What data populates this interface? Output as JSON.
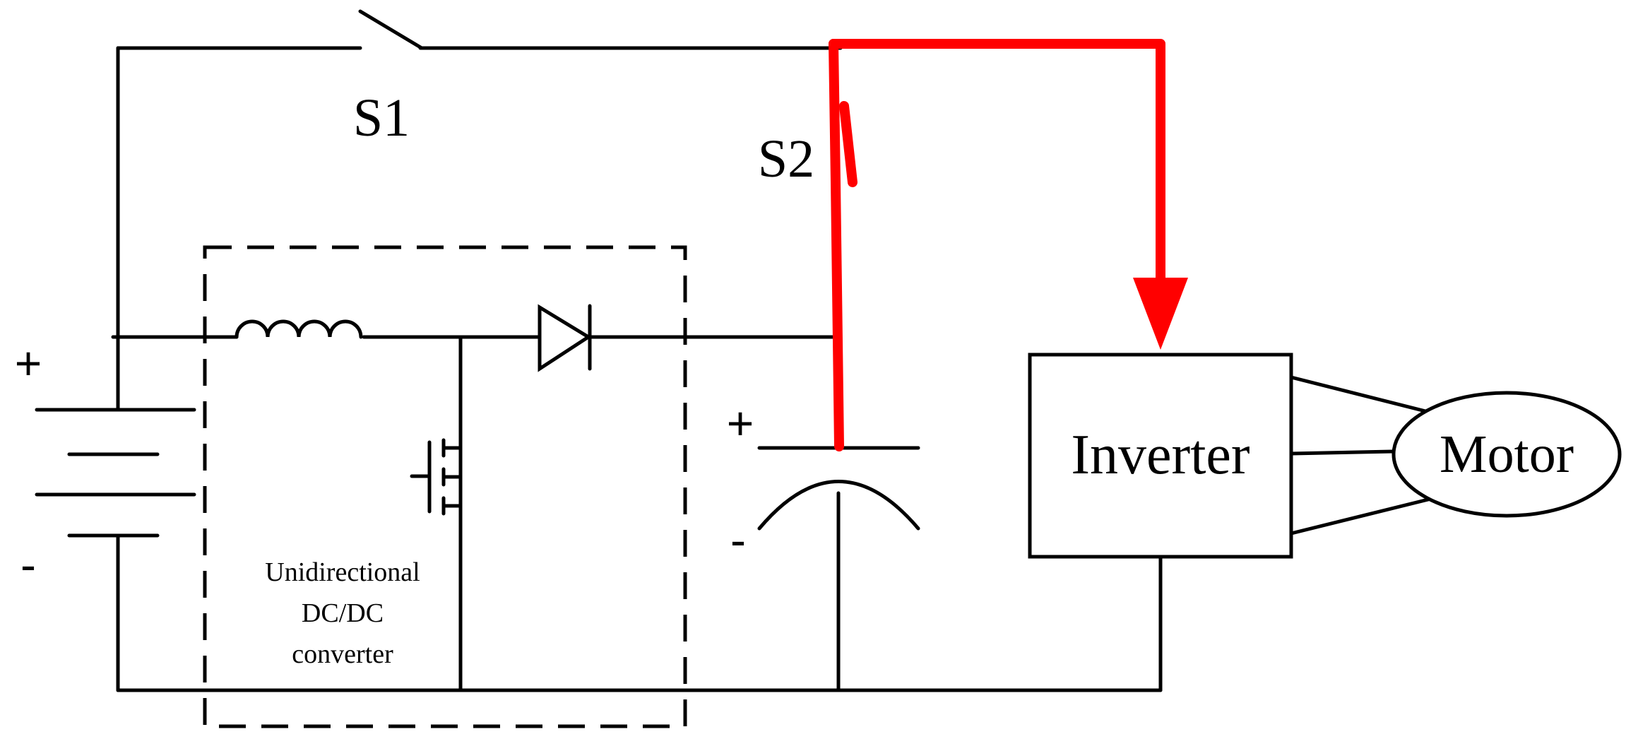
{
  "labels": {
    "switch1": "S1",
    "switch2": "S2",
    "battery_plus": "+",
    "battery_minus": "-",
    "capacitor_plus": "+",
    "capacitor_minus": "-",
    "converter_line1": "Unidirectional",
    "converter_line2": "DC/DC",
    "converter_line3": "converter",
    "inverter": "Inverter",
    "motor": "Motor"
  },
  "colors": {
    "wire": "#000000",
    "power_flow": "#ff0000",
    "background": "#ffffff"
  }
}
